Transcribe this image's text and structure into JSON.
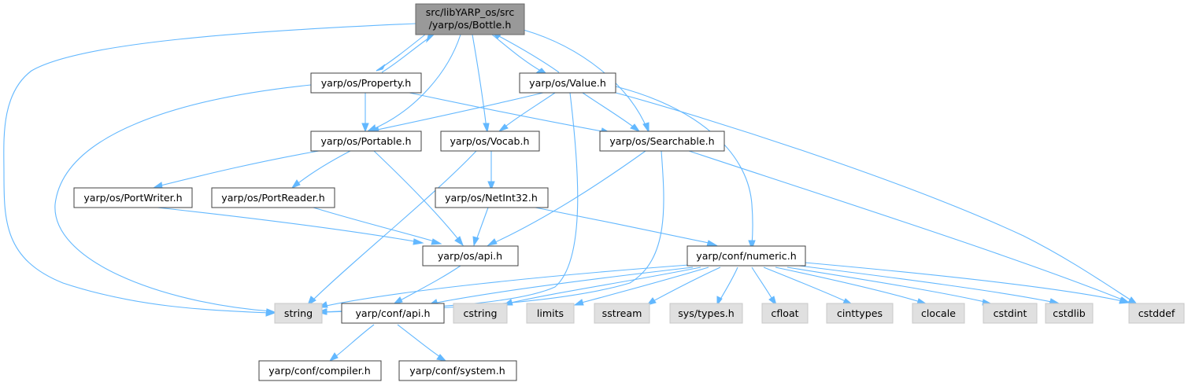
{
  "root": {
    "line1": "src/libYARP_os/src",
    "line2": "/yarp/os/Bottle.h"
  },
  "nodes": {
    "property": "yarp/os/Property.h",
    "value": "yarp/os/Value.h",
    "portable": "yarp/os/Portable.h",
    "vocab": "yarp/os/Vocab.h",
    "searchable": "yarp/os/Searchable.h",
    "portwriter": "yarp/os/PortWriter.h",
    "portreader": "yarp/os/PortReader.h",
    "netint32": "yarp/os/NetInt32.h",
    "osapi": "yarp/os/api.h",
    "numeric": "yarp/conf/numeric.h",
    "string": "string",
    "confapi": "yarp/conf/api.h",
    "cstring": "cstring",
    "limits": "limits",
    "sstream": "sstream",
    "systypes": "sys/types.h",
    "cfloat": "cfloat",
    "cinttypes": "cinttypes",
    "clocale": "clocale",
    "cstdint": "cstdint",
    "cstdlib": "cstdlib",
    "cstddef": "cstddef",
    "compiler": "yarp/conf/compiler.h",
    "system": "yarp/conf/system.h"
  },
  "colors": {
    "edge": "#63b8ff",
    "root_fill": "#999999",
    "external_fill": "#e0e0e0",
    "normal_fill": "#ffffff"
  }
}
